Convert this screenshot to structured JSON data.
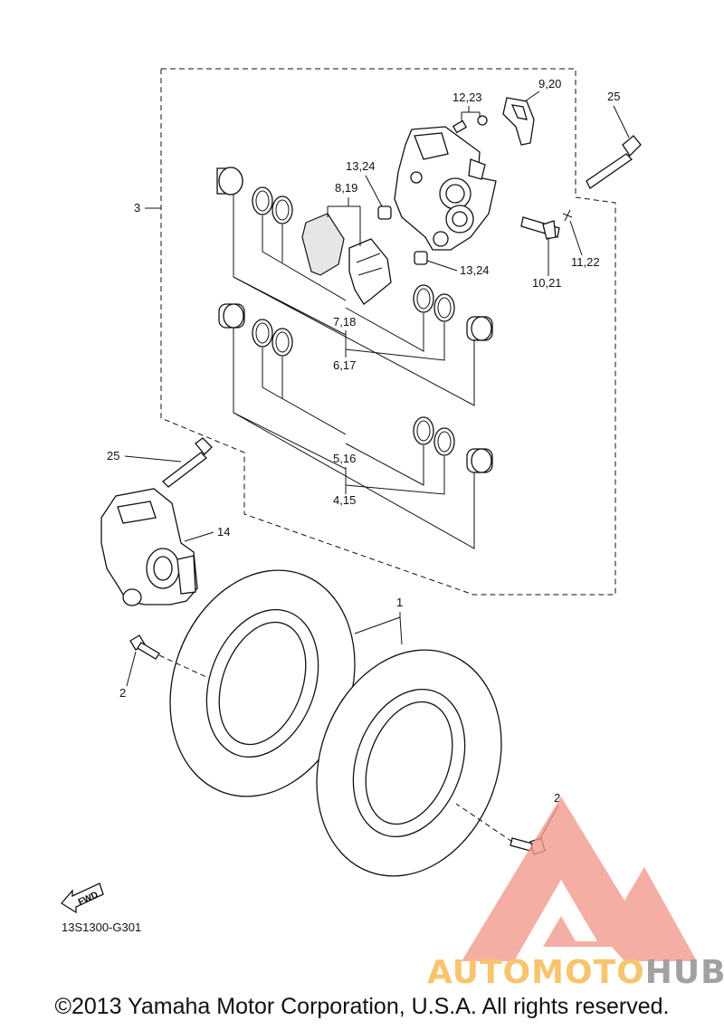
{
  "labels": {
    "assembly_caliper": "3",
    "pad_seal_kit_top": "9,20",
    "bleed_screw": "12,23",
    "caliper_bolt_top": "25",
    "bushing_upper": "13,24",
    "bushing_lower": "13,24",
    "pad_set": "8,19",
    "pin": "10,21",
    "clip": "11,22",
    "seal_kit_a": "7,18",
    "seal_kit_b": "6,17",
    "seal_kit_c": "5,16",
    "seal_kit_d": "4,15",
    "caliper_bolt_left": "25",
    "caliper_left": "14",
    "disc": "1",
    "disc_bolt_left": "2",
    "disc_bolt_right": "2",
    "fwd": "FWD"
  },
  "diagram_code": "13S1300-G301",
  "copyright": "©2013 Yamaha Motor Corporation, U.S.A. All rights reserved.",
  "watermark": {
    "part1": "AUTOMOTO",
    "part2": "HUB",
    "color_orange": "#f7b64a",
    "color_red": "#e8523f",
    "color_gray": "#8a8a8a"
  }
}
